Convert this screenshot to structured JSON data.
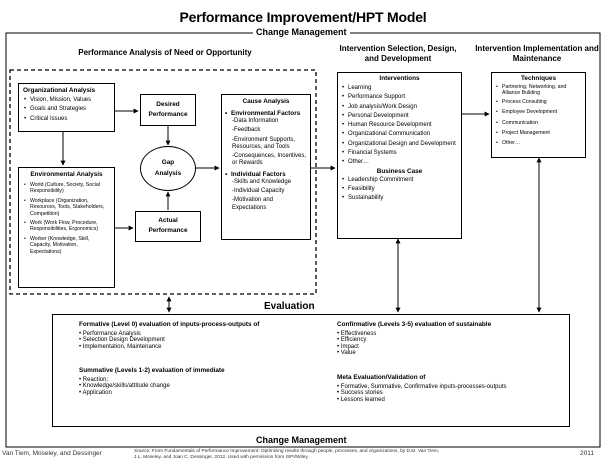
{
  "title": "Performance Improvement/HPT Model",
  "change_management_top": "Change Management",
  "change_management_bottom": "Change Management",
  "performance_analysis": {
    "heading": "Performance Analysis of Need or Opportunity",
    "organizational": {
      "title": "Organizational Analysis",
      "items": [
        "Vision, Mission, Values",
        "Goals and Strategies",
        "Critical Issues"
      ]
    },
    "environmental": {
      "title": "Environmental Analysis",
      "items": [
        "World (Culture, Society, Social Responsibility)",
        "Workplace (Organization, Resources, Tools, Stakeholders, Competition)",
        "Work (Work Flow, Procedure, Responsibilities, Ergonomics)",
        "Worker (Knowledge, Skill, Capacity, Motivation, Expectations)"
      ]
    },
    "desired": "Desired Performance",
    "gap": "Gap Analysis",
    "actual": "Actual Performance",
    "cause": {
      "title": "Cause Analysis",
      "env_title": "Environmental Factors",
      "env_items": [
        "-Data Information",
        "-Feedback",
        "-Environment Supports, Resources, and Tools",
        "-Consequences, Incentives, or Rewards"
      ],
      "ind_title": "Individual Factors",
      "ind_items": [
        "-Skills and Knowledge",
        "-Individual Capacity",
        "-Motivation and Expectations"
      ]
    }
  },
  "intervention_selection": {
    "heading": "Intervention Selection, Design, and Development",
    "interventions_title": "Interventions",
    "items": [
      "Learning",
      "Performance Support",
      "Job analysis/Work Design",
      "Personal Development",
      "Human Resource Development",
      "Organizational Communication",
      "Organizational Design and Development",
      "Financial Systems",
      "Other…"
    ],
    "business_case_title": "Business Case",
    "business_case_items": [
      "Leadership Commitment",
      "Feasibility",
      "Sustainability"
    ]
  },
  "implementation": {
    "heading": "Intervention Implementation and Maintenance",
    "techniques_title": "Techniques",
    "items": [
      "Partnering, Networking, and Alliance Building",
      "Process Consulting",
      "Employee Development",
      "Communication",
      "Project Management",
      "Other…"
    ]
  },
  "evaluation": {
    "heading": "Evaluation",
    "formative_title": "Formative (Level 0) evaluation of inputs-process-outputs of",
    "formative_items": [
      "Performance Analysis",
      "Selection Design Development",
      "Implementation, Maintenance"
    ],
    "summative_title": "Summative (Levels 1-2) evaluation of immediate",
    "summative_items": [
      "Reaction;",
      "Knowledge/skills/attitude change",
      "Application"
    ],
    "confirmative_title": "Confirmative (Levels 3-5) evaluation of sustainable",
    "confirmative_items": [
      "Effectiveness",
      "Efficiency",
      "Impact",
      "Value"
    ],
    "meta_title": "Meta Evaluation/Validation of",
    "meta_items": [
      "Formative, Summative, Confirmative inputs-processes-outputs",
      "Success stories",
      "Lessons learned"
    ]
  },
  "footer": {
    "authors": "Van Tiem, Moseley, and Dessinger",
    "source": "Source: From Fundamentals of Performance Improvement: Optimizing results through people, processes, and organizations, by D.M. Van Tiem, J.L. Moseley, and Joan C. Dessinger, 2012. Used with permission from ISPI/Wiley.",
    "year": "2011"
  }
}
